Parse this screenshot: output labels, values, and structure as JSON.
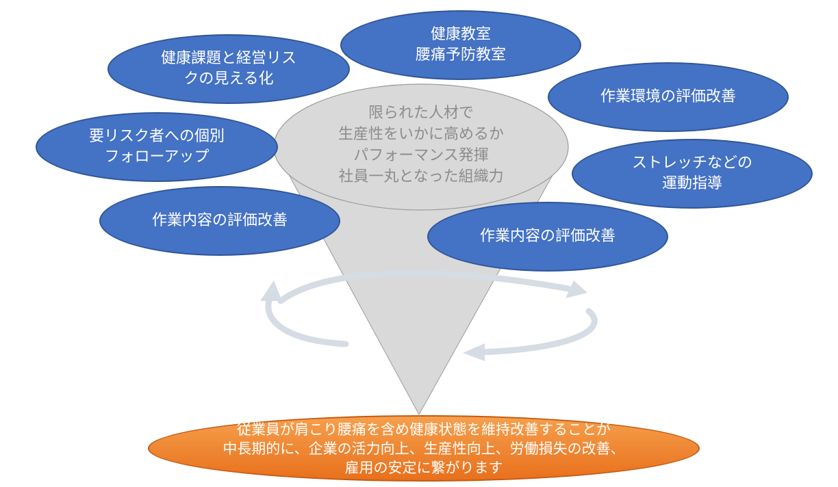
{
  "center": {
    "lines": [
      "限られた人材で",
      "生産性をいかに高めるか",
      "パフォーマンス発揮",
      "社員一丸となった組織力"
    ]
  },
  "ovals": {
    "health_class": [
      "健康教室",
      "腰痛予防教室"
    ],
    "health_issues": [
      "健康課題と経営リス",
      "クの見える化"
    ],
    "work_env": [
      "作業環境の評価改善"
    ],
    "followup": [
      "要リスク者への個別",
      "フォローアップ"
    ],
    "stretch": [
      "ストレッチなどの",
      "運動指導"
    ],
    "work_content_left": [
      "作業内容の評価改善"
    ],
    "work_content_right": [
      "作業内容の評価改善"
    ]
  },
  "result": {
    "lines": [
      "従業員が肩こり腰痛を含め健康状態を維持改善することが",
      "中長期的に、企業の活力向上、生産性向上、労働損失の改善、",
      "雇用の安定に繋がります"
    ]
  },
  "colors": {
    "oval_fill": "#4472c4",
    "funnel_fill": "#d9d9d9",
    "cycle_arrow": "#d6dce4",
    "result_fill": "#ed7d31"
  }
}
